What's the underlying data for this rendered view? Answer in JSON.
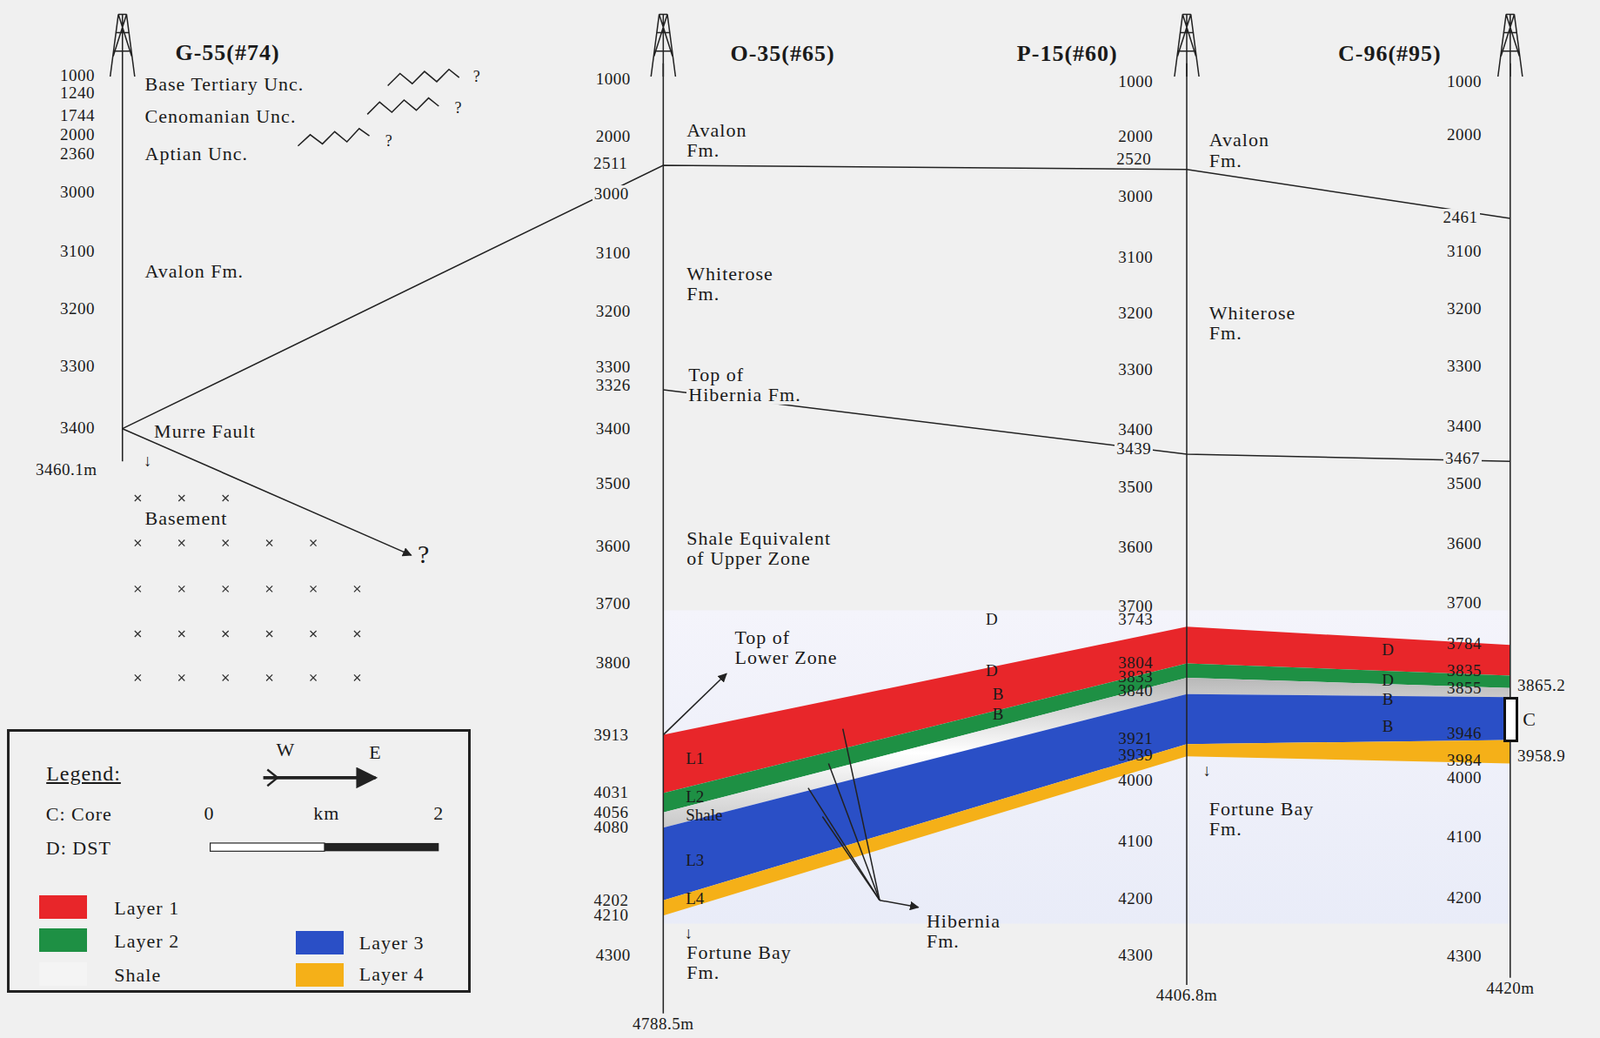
{
  "diagram": {
    "nodes": [
      {
        "text": [
          "Legend:"
        ]
      },
      {
        "text": [
          "C"
        ]
      }
    ],
    "labels": [
      "G-55(#74)",
      "1000",
      "1240",
      "1744",
      "2000",
      "2360",
      "3000",
      "3100",
      "3200",
      "3300",
      "3400",
      "3460.1m",
      "Base Tertiary Unc.",
      "Cenomanian Unc.",
      "Aptian Unc.",
      "?",
      "?",
      "?",
      "Avalon Fm.",
      "Murre Fault",
      "Basement",
      "?",
      "↓",
      "O-35(#65)",
      "1000",
      "2000",
      "2511",
      "3000",
      "3100",
      "3200",
      "3300",
      "3326",
      "3400",
      "3500",
      "3600",
      "3700",
      "3800",
      "3913",
      "4031",
      "4056",
      "4080",
      "4202",
      "4210",
      "4300",
      "4788.5m",
      "Avalon Fm.",
      "Whiterose Fm.",
      "Top of Hibernia Fm.",
      "Shale Equivalent of Upper Zone",
      "Top of Lower Zone",
      "L1",
      "L2",
      "Shale",
      "L3",
      "L4",
      "↓",
      "Fortune Bay Fm.",
      "Hibernia Fm.",
      "D",
      "D",
      "B",
      "B",
      "P-15(#60)",
      "1000",
      "2000",
      "2520",
      "3000",
      "3100",
      "3200",
      "3300",
      "3400",
      "3439",
      "3500",
      "3600",
      "3700",
      "3743",
      "3804",
      "3833",
      "3840",
      "3921",
      "3939",
      "4000",
      "4100",
      "4200",
      "4300",
      "4406.8m",
      "Avalon Fm.",
      "Whiterose Fm.",
      "Fortune Bay Fm.",
      "↓",
      "C-96(#95)",
      "1000",
      "2000",
      "2461",
      "3100",
      "3200",
      "3300",
      "3400",
      "3467",
      "3500",
      "3600",
      "3700",
      "3784",
      "3835",
      "3855",
      "3946",
      "3984",
      "4000",
      "4100",
      "4200",
      "4300",
      "4420m",
      "3865.2",
      "3958.9",
      "D",
      "D",
      "B",
      "B",
      "W",
      "E",
      "0",
      "km",
      "2"
    ],
    "legend": [
      {
        "text": "C: Core"
      },
      {
        "text": "D: DST"
      },
      {
        "text": "Layer 1",
        "color": "#e8262a"
      },
      {
        "text": "Layer 2",
        "color": "#1e9044"
      },
      {
        "text": "Shale",
        "color": "#f4f4f4"
      },
      {
        "text": "Layer 3",
        "color": "#2a4fc6"
      },
      {
        "text": "Layer 4",
        "color": "#f5b018"
      }
    ]
  }
}
